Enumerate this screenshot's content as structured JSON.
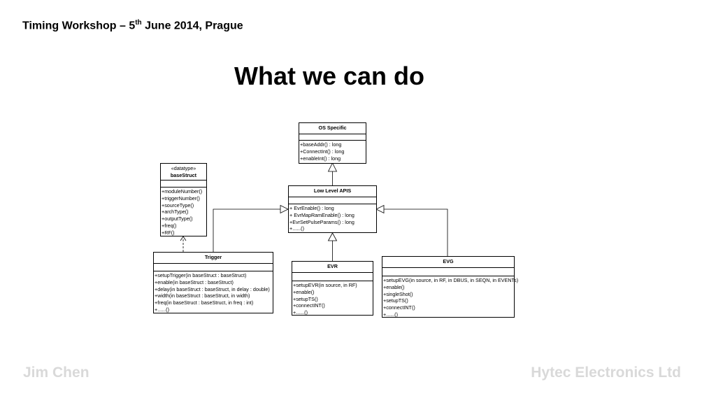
{
  "header": {
    "prefix": "Timing Workshop – 5",
    "sup": "th",
    "suffix": " June 2014, Prague"
  },
  "title": "What we can do",
  "footer": {
    "left": "Jim Chen",
    "right": "Hytec Electronics Ltd"
  },
  "classes": {
    "os": {
      "name": "OS Specific",
      "ops": [
        "+baseAddr() : long",
        "+ConnectInt() : long",
        "+enableInt() : long"
      ]
    },
    "base": {
      "stereotype": "«datatype»",
      "name": "baseStruct",
      "ops": [
        "+moduleNumber()",
        "+triggerNumber()",
        "+sourceType()",
        "+archType()",
        "+outputType()",
        "+freq()",
        "+RF()"
      ]
    },
    "low": {
      "name": "Low Level APIS",
      "ops": [
        "+ EvrEnable() : long",
        "+ EvrMapRamEnable() : long",
        "+EvrSetPulseParams() : long",
        "+......()"
      ]
    },
    "trigger": {
      "name": "Trigger",
      "ops": [
        "+setupTrigger(in baseStruct : baseStruct)",
        "+enable(in baseStruct : baseStruct)",
        "+delay(in baseStruct : baseStruct, in delay : double)",
        "+width(in baseStruct : baseStruct, in width)",
        "+freq(in baseStruct : baseStruct, in freq : int)",
        "+......()"
      ]
    },
    "evr": {
      "name": "EVR",
      "ops": [
        "+setupEVR(in source, in RF)",
        "+enable()",
        "+setupTS()",
        "+connectINT()",
        "+......()"
      ]
    },
    "evg": {
      "name": "EVG",
      "ops": [
        "+setupEVG(in source, in RF, in DBUS, in SEQN, in EVENTs)",
        "+enable()",
        "+singleShot()",
        "+setupTS()",
        "+connectINT()",
        "+......()"
      ]
    }
  }
}
